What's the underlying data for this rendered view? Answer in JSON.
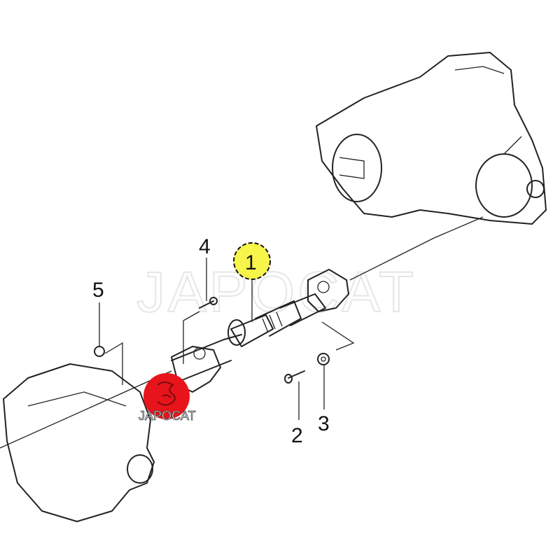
{
  "watermark": "JAPOCAT",
  "logo": {
    "text": "JAPOCAT",
    "color": "#e8141b"
  },
  "callouts": [
    {
      "id": "1",
      "highlight": "#f7f54a"
    },
    {
      "id": "2"
    },
    {
      "id": "3"
    },
    {
      "id": "4"
    },
    {
      "id": "5"
    }
  ]
}
